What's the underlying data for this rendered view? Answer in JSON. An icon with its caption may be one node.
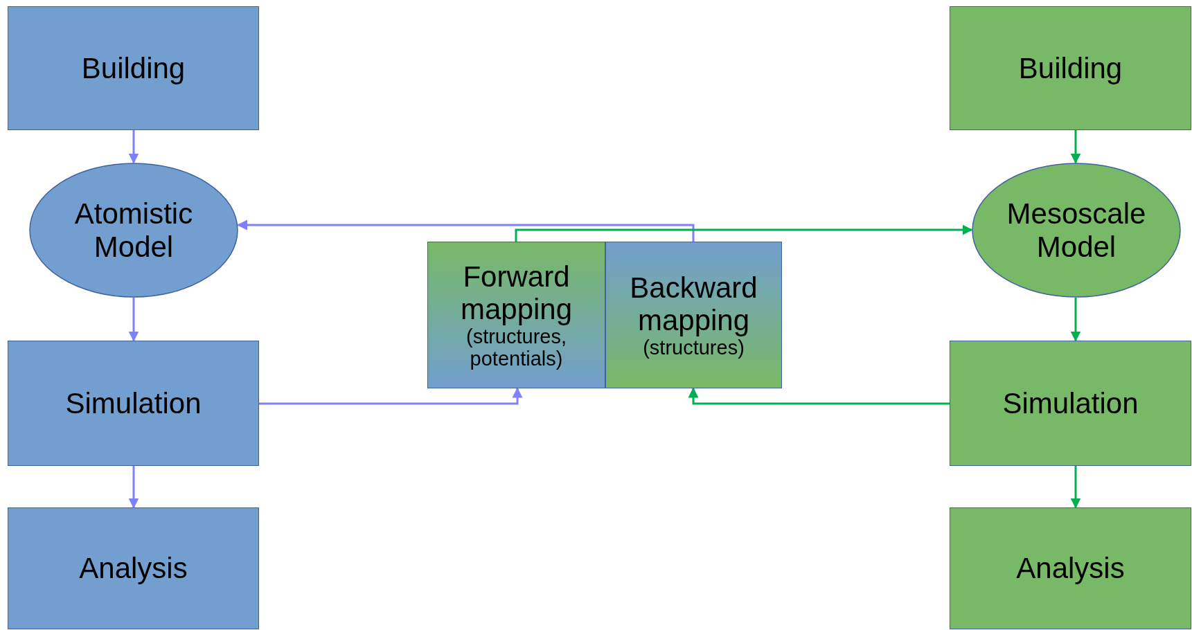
{
  "diagram": {
    "nodes": [
      {
        "text": [
          "Building"
        ]
      },
      {
        "text": [
          "Atomistic Model"
        ]
      },
      {
        "text": [
          "Simulation"
        ]
      },
      {
        "text": [
          "Analysis"
        ]
      },
      {
        "text": [
          "Forward mapping",
          "(structures, potentials)"
        ]
      },
      {
        "text": [
          "Backward mapping",
          "(structures)"
        ]
      },
      {
        "text": [
          "Building"
        ]
      },
      {
        "text": [
          "Mesoscale Model"
        ]
      },
      {
        "text": [
          "Simulation"
        ]
      },
      {
        "text": [
          "Analysis"
        ]
      }
    ],
    "edges": [
      {
        "from": 0,
        "to": 1,
        "arrow": "to",
        "color": "#8080ff"
      },
      {
        "from": 1,
        "to": 2,
        "arrow": "to",
        "color": "#8080ff"
      },
      {
        "from": 2,
        "to": 3,
        "arrow": "to",
        "color": "#8080ff"
      },
      {
        "from": 2,
        "to": 4,
        "arrow": "to",
        "color": "#8080ff"
      },
      {
        "from": 5,
        "to": 1,
        "arrow": "to",
        "color": "#8080ff"
      },
      {
        "from": 4,
        "to": 7,
        "arrow": "to",
        "color": "#00b050"
      },
      {
        "from": 6,
        "to": 7,
        "arrow": "to",
        "color": "#00b050"
      },
      {
        "from": 7,
        "to": 8,
        "arrow": "to",
        "color": "#00b050"
      },
      {
        "from": 8,
        "to": 9,
        "arrow": "to",
        "color": "#00b050"
      },
      {
        "from": 8,
        "to": 5,
        "arrow": "to",
        "color": "#00b050"
      }
    ]
  }
}
